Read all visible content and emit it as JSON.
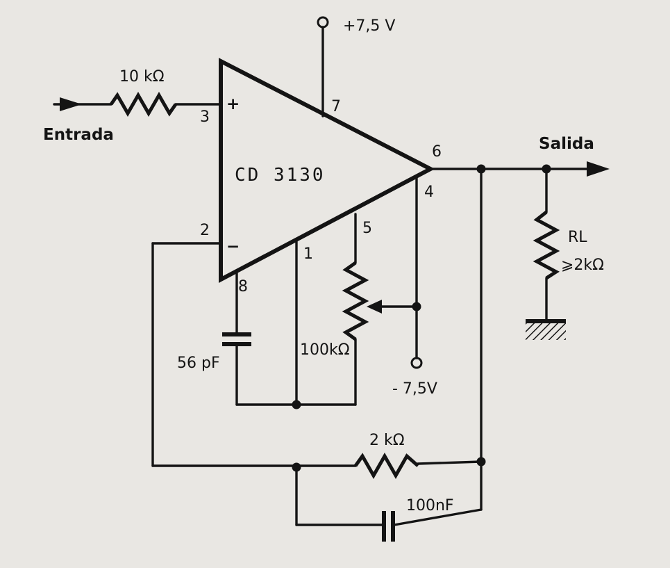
{
  "ic": {
    "name": "CD 3130",
    "plus": "+",
    "minus": "−"
  },
  "pins": {
    "p1": "1",
    "p2": "2",
    "p3": "3",
    "p4": "4",
    "p5": "5",
    "p6": "6",
    "p7": "7",
    "p8": "8"
  },
  "supplies": {
    "positive": "+7,5 V",
    "negative": "- 7,5V"
  },
  "components": {
    "r_in": "10 kΩ",
    "c_comp": "56 pF",
    "pot": "100kΩ",
    "r_fb": "2 kΩ",
    "c_fb": "100nF",
    "r_load_name": "RL",
    "r_load_value": "⩾2kΩ"
  },
  "signals": {
    "input": "Entrada",
    "output": "Salida"
  }
}
